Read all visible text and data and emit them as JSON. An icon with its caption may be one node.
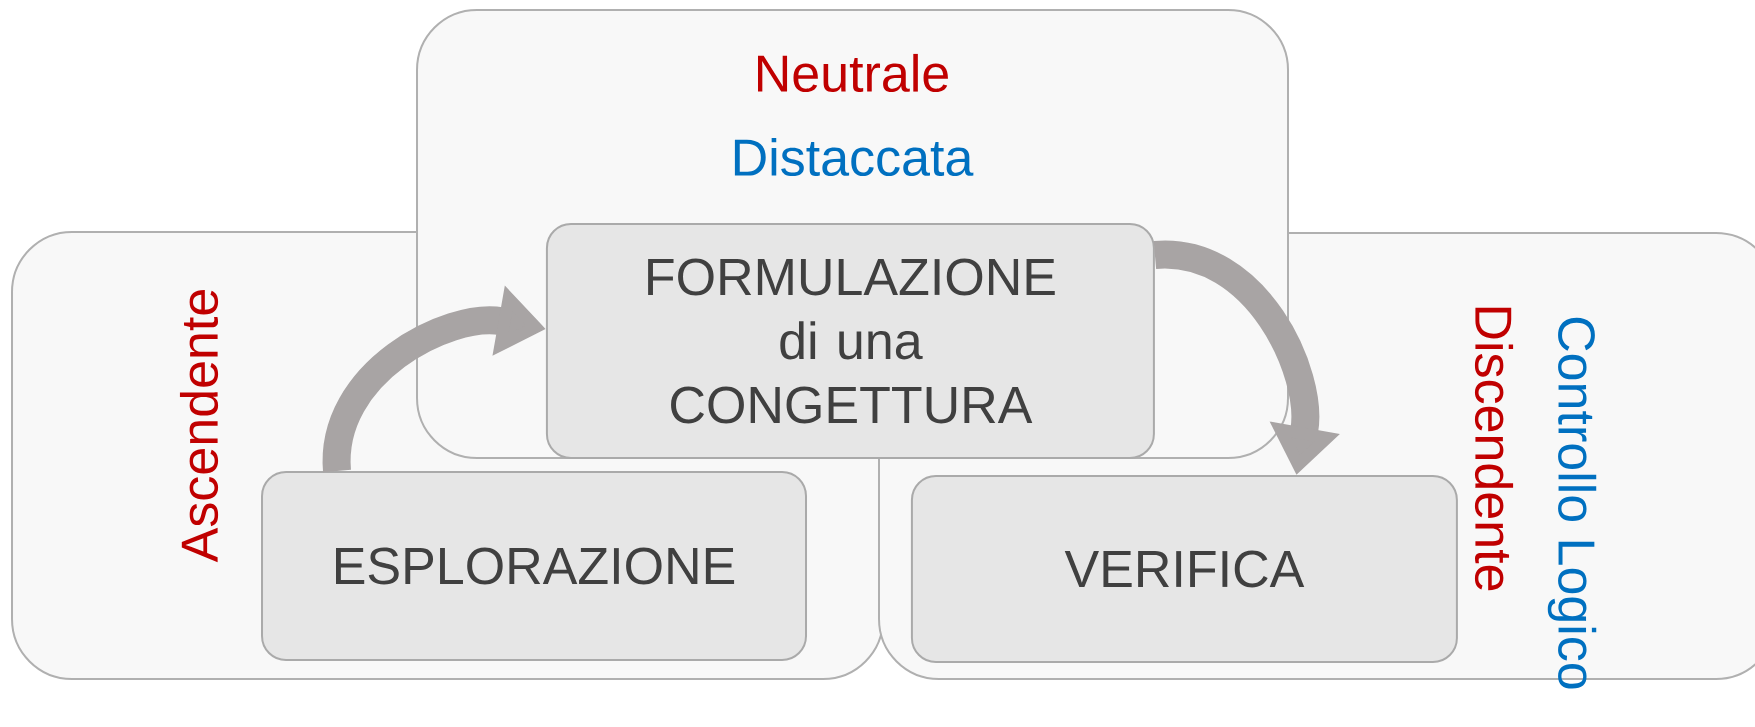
{
  "diagram": {
    "nodes": [
      {
        "text": [
          "Neutrale",
          "Distaccata"
        ]
      },
      {
        "text": [
          "Ascendente"
        ]
      },
      {
        "text": [
          "Controllo Logico",
          "Discendente"
        ]
      },
      {
        "text": [
          "FORMULAZIONE di una CONGETTURA"
        ],
        "in": 0
      },
      {
        "text": [
          "ESPLORAZIONE"
        ],
        "in": 1
      },
      {
        "text": [
          "VERIFICA"
        ],
        "in": 2
      }
    ],
    "edges": [
      {
        "from": 4,
        "to": 3,
        "arrow": "to"
      },
      {
        "from": 3,
        "to": 5,
        "arrow": "to"
      }
    ]
  }
}
